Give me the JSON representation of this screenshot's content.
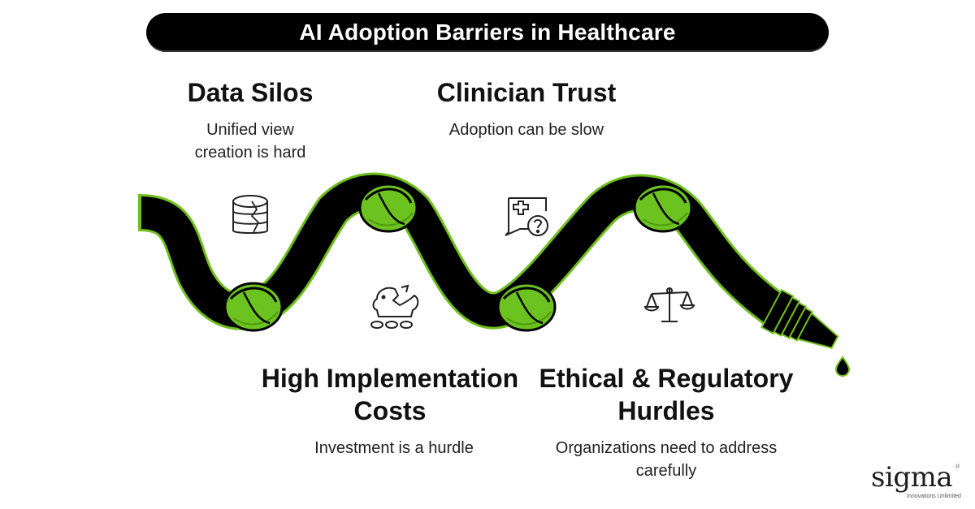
{
  "title": "AI Adoption Barriers in Healthcare",
  "barriers": [
    {
      "heading": "Data Silos",
      "description": "Unified view creation is hard",
      "icon": "database-cracked-icon"
    },
    {
      "heading": "High Implementation Costs",
      "description": "Investment is a hurdle",
      "icon": "broken-piggy-bank-icon"
    },
    {
      "heading": "Clinician Trust",
      "description": "Adoption can be slow",
      "icon": "medical-question-chat-icon"
    },
    {
      "heading": "Ethical & Regulatory Hurdles",
      "description": "Organizations need to address carefully",
      "icon": "balance-scale-icon"
    }
  ],
  "colors": {
    "tube": "#000000",
    "tube_outline": "#6fbf1a",
    "knot": "#6cc21f",
    "knot_dark": "#4e9a0e",
    "title_bg": "#000000",
    "title_text": "#ffffff"
  },
  "brand": {
    "name": "sigma",
    "tagline": "Innovations Unlimited",
    "registered": "®"
  }
}
